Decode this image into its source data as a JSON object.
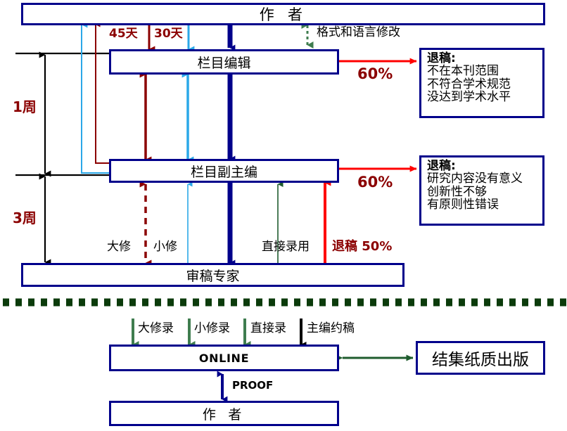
{
  "meta": {
    "title": "期刊稿件审稿流程图",
    "colors": {
      "navy": "#00008B",
      "dark_red": "#8B0000",
      "bright_red": "#FF0000",
      "light_blue": "#2BA8E8",
      "dark_green": "#1F5C2E",
      "divider_green": "#0B3B0B",
      "black": "#000000",
      "white": "#FFFFFF"
    }
  },
  "top_section": {
    "boxes": {
      "author": "作   者",
      "column_editor": "栏目编辑",
      "deputy_editor": "栏目副主编",
      "reviewer": "审稿专家"
    },
    "duration_labels": [
      {
        "name": "one-week",
        "text": "1周"
      },
      {
        "name": "three-weeks",
        "text": "3周"
      }
    ],
    "day_labels": [
      {
        "name": "45-days",
        "text": "45天"
      },
      {
        "name": "30-days",
        "text": "30天"
      }
    ],
    "format_revision_label": "格式和语言修改",
    "reject_percent_editor": "60%",
    "reject_percent_deputy": "60%",
    "review_outcome_labels": [
      {
        "name": "major-revision",
        "text": "大修"
      },
      {
        "name": "minor-revision",
        "text": "小修"
      },
      {
        "name": "direct-accept",
        "text": "直接录用"
      },
      {
        "name": "reject-50",
        "text": "退稿 50%"
      }
    ],
    "reject_box_editor": {
      "heading": "退稿:",
      "reasons": [
        "不在本刊范围",
        "不符合学术规范",
        "没达到学术水平"
      ]
    },
    "reject_box_deputy": {
      "heading": "退稿:",
      "reasons": [
        "研究内容没有意义",
        "创新性不够",
        "有原则性错误"
      ]
    }
  },
  "bottom_section": {
    "boxes": {
      "online": "ONLINE",
      "author": "作   者",
      "print_collection": "结集纸质出版"
    },
    "inflow_labels": [
      {
        "name": "major-revision-accepted",
        "text": "大修录"
      },
      {
        "name": "minor-revision-accepted",
        "text": "小修录"
      },
      {
        "name": "direct-accepted",
        "text": "直接录"
      },
      {
        "name": "editor-solicited",
        "text": "主编约稿"
      }
    ],
    "proof_label": "PROOF"
  }
}
